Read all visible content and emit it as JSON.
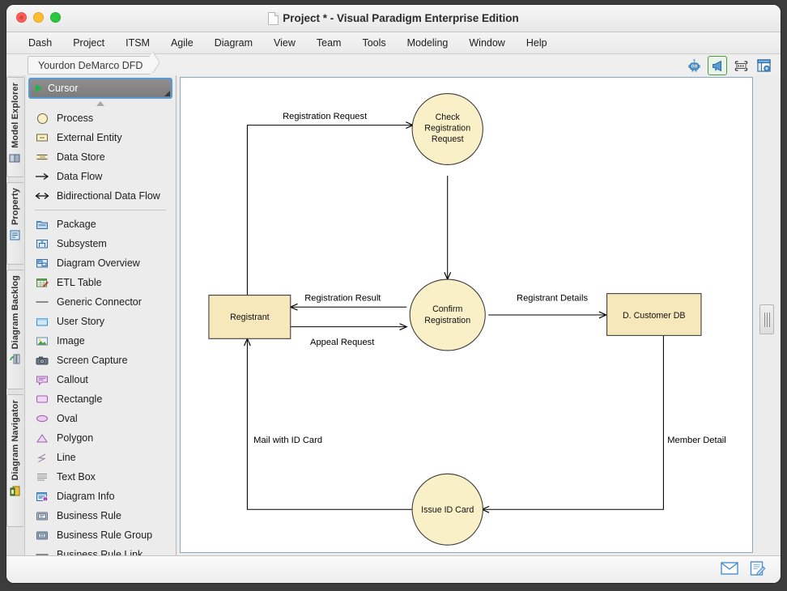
{
  "window": {
    "title": "Project * - Visual Paradigm Enterprise Edition",
    "controls": {
      "close": "close",
      "minimize": "minimize",
      "maximize": "maximize"
    }
  },
  "menubar": {
    "items": [
      "Dash",
      "Project",
      "ITSM",
      "Agile",
      "Diagram",
      "View",
      "Team",
      "Tools",
      "Modeling",
      "Window",
      "Help"
    ]
  },
  "tabstrip": {
    "active_tab": "Yourdon DeMarco DFD",
    "toolbar_icons": [
      "robot-icon",
      "megaphone-icon",
      "spec-strip-icon",
      "panel-layout-icon"
    ]
  },
  "rail": {
    "tabs": [
      {
        "label": "Model Explorer",
        "icon": "model-explorer-icon"
      },
      {
        "label": "Property",
        "icon": "property-icon"
      },
      {
        "label": "Diagram Backlog",
        "icon": "diagram-backlog-icon"
      },
      {
        "label": "Diagram Navigator",
        "icon": "diagram-navigator-icon"
      }
    ]
  },
  "palette": {
    "selected": {
      "label": "Cursor",
      "icon": "cursor-arrow-icon"
    },
    "scroll_up": "scroll-up-arrow",
    "scroll_down": "scroll-down-arrow",
    "groups": [
      {
        "items": [
          {
            "label": "Process",
            "icon": "process-circle-icon"
          },
          {
            "label": "External Entity",
            "icon": "external-entity-icon"
          },
          {
            "label": "Data Store",
            "icon": "data-store-icon"
          },
          {
            "label": "Data Flow",
            "icon": "data-flow-arrow-icon"
          },
          {
            "label": "Bidirectional Data Flow",
            "icon": "bidirectional-data-flow-icon"
          }
        ]
      },
      {
        "items": [
          {
            "label": "Package",
            "icon": "package-icon"
          },
          {
            "label": "Subsystem",
            "icon": "subsystem-icon"
          },
          {
            "label": "Diagram Overview",
            "icon": "diagram-overview-icon"
          },
          {
            "label": "ETL Table",
            "icon": "etl-table-icon"
          },
          {
            "label": "Generic Connector",
            "icon": "generic-connector-icon"
          },
          {
            "label": "User Story",
            "icon": "user-story-icon"
          },
          {
            "label": "Image",
            "icon": "image-icon"
          },
          {
            "label": "Screen Capture",
            "icon": "screen-capture-icon"
          },
          {
            "label": "Callout",
            "icon": "callout-icon"
          },
          {
            "label": "Rectangle",
            "icon": "rectangle-icon"
          },
          {
            "label": "Oval",
            "icon": "oval-icon"
          },
          {
            "label": "Polygon",
            "icon": "polygon-icon"
          },
          {
            "label": "Line",
            "icon": "line-icon"
          },
          {
            "label": "Text Box",
            "icon": "text-box-icon"
          },
          {
            "label": "Diagram Info",
            "icon": "diagram-info-icon"
          },
          {
            "label": "Business Rule",
            "icon": "business-rule-icon"
          },
          {
            "label": "Business Rule Group",
            "icon": "business-rule-group-icon"
          },
          {
            "label": "Business Rule Link",
            "icon": "business-rule-link-icon"
          }
        ]
      }
    ]
  },
  "diagram": {
    "nodes": [
      {
        "id": "check",
        "type": "process",
        "label_lines": [
          "Check",
          "Registration",
          "Request"
        ]
      },
      {
        "id": "confirm",
        "type": "process",
        "label_lines": [
          "Confirm",
          "Registration"
        ]
      },
      {
        "id": "issue",
        "type": "process",
        "label_lines": [
          "Issue ID Card"
        ]
      },
      {
        "id": "registrant",
        "type": "external-entity",
        "label_lines": [
          "Registrant"
        ]
      },
      {
        "id": "customerdb",
        "type": "data-store",
        "label_lines": [
          "D. Customer DB"
        ]
      }
    ],
    "flows": [
      {
        "id": "f1",
        "label": "Registration Request",
        "from": "registrant",
        "to": "check"
      },
      {
        "id": "f2",
        "label": "Registration Result",
        "from": "confirm",
        "to": "registrant"
      },
      {
        "id": "f3",
        "label": "Appeal Request",
        "from": "registrant",
        "to": "confirm"
      },
      {
        "id": "f4",
        "label": "Registrant Details",
        "from": "confirm",
        "to": "customerdb"
      },
      {
        "id": "f5",
        "label": "Member Detail",
        "from": "customerdb",
        "to": "issue"
      },
      {
        "id": "f6",
        "label": "Mail with ID Card",
        "from": "issue",
        "to": "registrant"
      }
    ]
  },
  "statusbar": {
    "icons": [
      "mail-icon",
      "note-edit-icon"
    ]
  },
  "colors": {
    "process_fill": "#faf0c8",
    "entity_fill": "#f7e8bc",
    "selection": "#5b9bd5",
    "canvas": "#ffffff"
  }
}
